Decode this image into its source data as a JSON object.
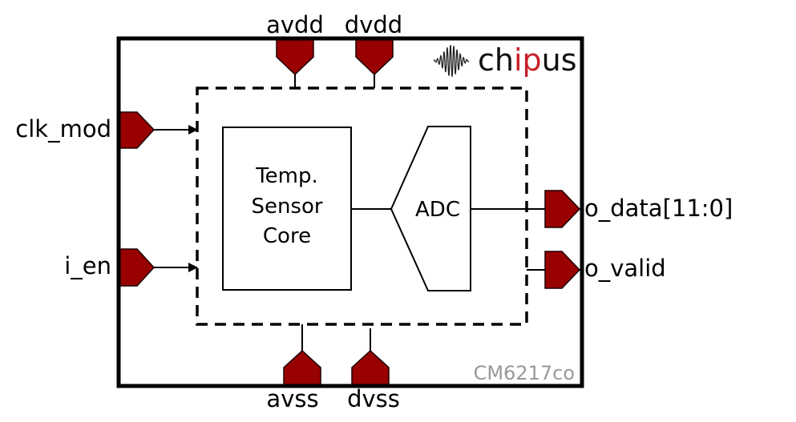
{
  "diagram": {
    "title": "Temperature sensor IP block diagram",
    "brand": {
      "logo_icon": "waveform-icon",
      "name_parts": [
        "ch",
        "ip",
        "us"
      ],
      "accent_color": "#c8202a"
    },
    "part_number": "CM6217co",
    "pin_color": "#990000",
    "pins": {
      "top": [
        "avdd",
        "dvdd"
      ],
      "bottom": [
        "avss",
        "dvss"
      ],
      "left": [
        "clk_mod",
        "i_en"
      ],
      "right": [
        "o_data[11:0]",
        "o_valid"
      ]
    },
    "blocks": {
      "sensor_core": [
        "Temp.",
        "Sensor",
        "Core"
      ],
      "adc": "ADC"
    }
  }
}
